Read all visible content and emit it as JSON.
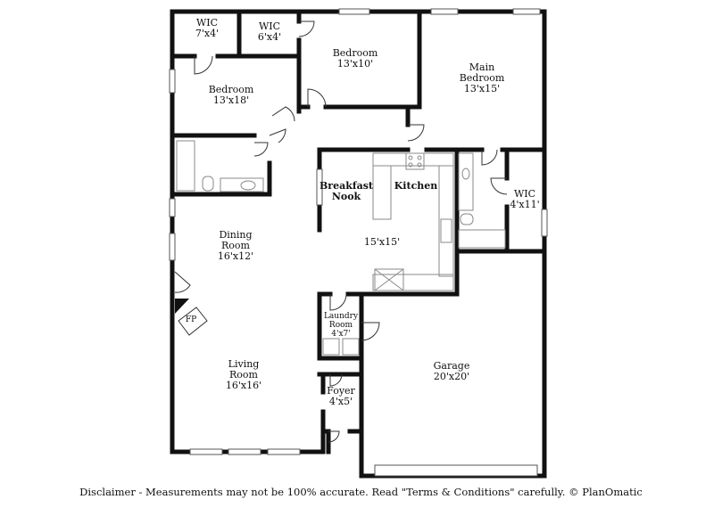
{
  "rooms": {
    "wic1": {
      "name": "WIC",
      "size": "7'x4'"
    },
    "wic2": {
      "name": "WIC",
      "size": "6'x4'"
    },
    "bedroom2": {
      "name": "Bedroom",
      "size": "13'x10'"
    },
    "main_bedroom": {
      "name_line1": "Main",
      "name_line2": "Bedroom",
      "size": "13'x15'"
    },
    "bedroom1": {
      "name": "Bedroom",
      "size": "13'x18'"
    },
    "breakfast_nook": {
      "name_line1": "Breakfast",
      "name_line2": "Nook"
    },
    "kitchen": {
      "name": "Kitchen",
      "size": "15'x15'"
    },
    "wic3": {
      "name": "WIC",
      "size": "4'x11'"
    },
    "dining_room": {
      "name_line1": "Dining",
      "name_line2": "Room",
      "size": "16'x12'"
    },
    "fireplace": {
      "name": "FP"
    },
    "laundry": {
      "name_line1": "Laundry",
      "name_line2": "Room",
      "size": "4'x7'"
    },
    "living_room": {
      "name_line1": "Living",
      "name_line2": "Room",
      "size": "16'x16'"
    },
    "foyer": {
      "name": "Foyer",
      "size": "4'x5'"
    },
    "garage": {
      "name": "Garage",
      "size": "20'x20'"
    }
  },
  "disclaimer": "Disclaimer - Measurements may not be 100% accurate. Read \"Terms & Conditions\" carefully. © PlanOmatic",
  "colors": {
    "wall": "#111111",
    "fixture": "#8a8a8a",
    "background": "#ffffff"
  }
}
